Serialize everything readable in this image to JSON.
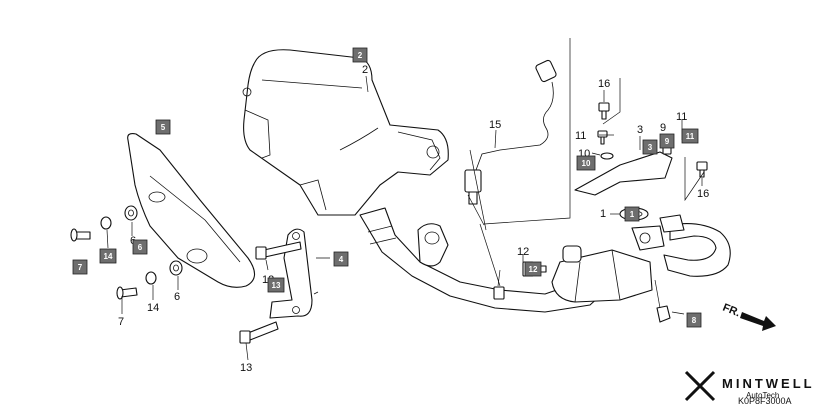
{
  "callouts": {
    "c2": "2",
    "c15": "15",
    "c16a": "16",
    "c11a": "11",
    "c11b": "11",
    "c3": "3",
    "c9": "9",
    "c10": "10",
    "c1": "1",
    "c16b": "16",
    "c12a": "12",
    "c12b": "12",
    "c13a": "13",
    "c13b": "13",
    "c6a": "6",
    "c6b": "6",
    "c7a": "7",
    "c7b": "7",
    "c14a": "14",
    "c14b": "14",
    "c4": "4",
    "c5": "5",
    "c8": "8"
  },
  "badges": {
    "b2": "2",
    "b5": "5",
    "b6": "6",
    "b14": "14",
    "b7": "7",
    "b13": "13",
    "b4": "4",
    "b12": "12",
    "b1": "1",
    "b3": "3",
    "b9": "9",
    "b10": "10",
    "b11": "11",
    "b8": "8"
  },
  "front_arrow": {
    "label": "FR."
  },
  "brand": {
    "name": "MINTWELL",
    "sub": "AutoTech",
    "diagram_code": "K0P8F3000A"
  }
}
